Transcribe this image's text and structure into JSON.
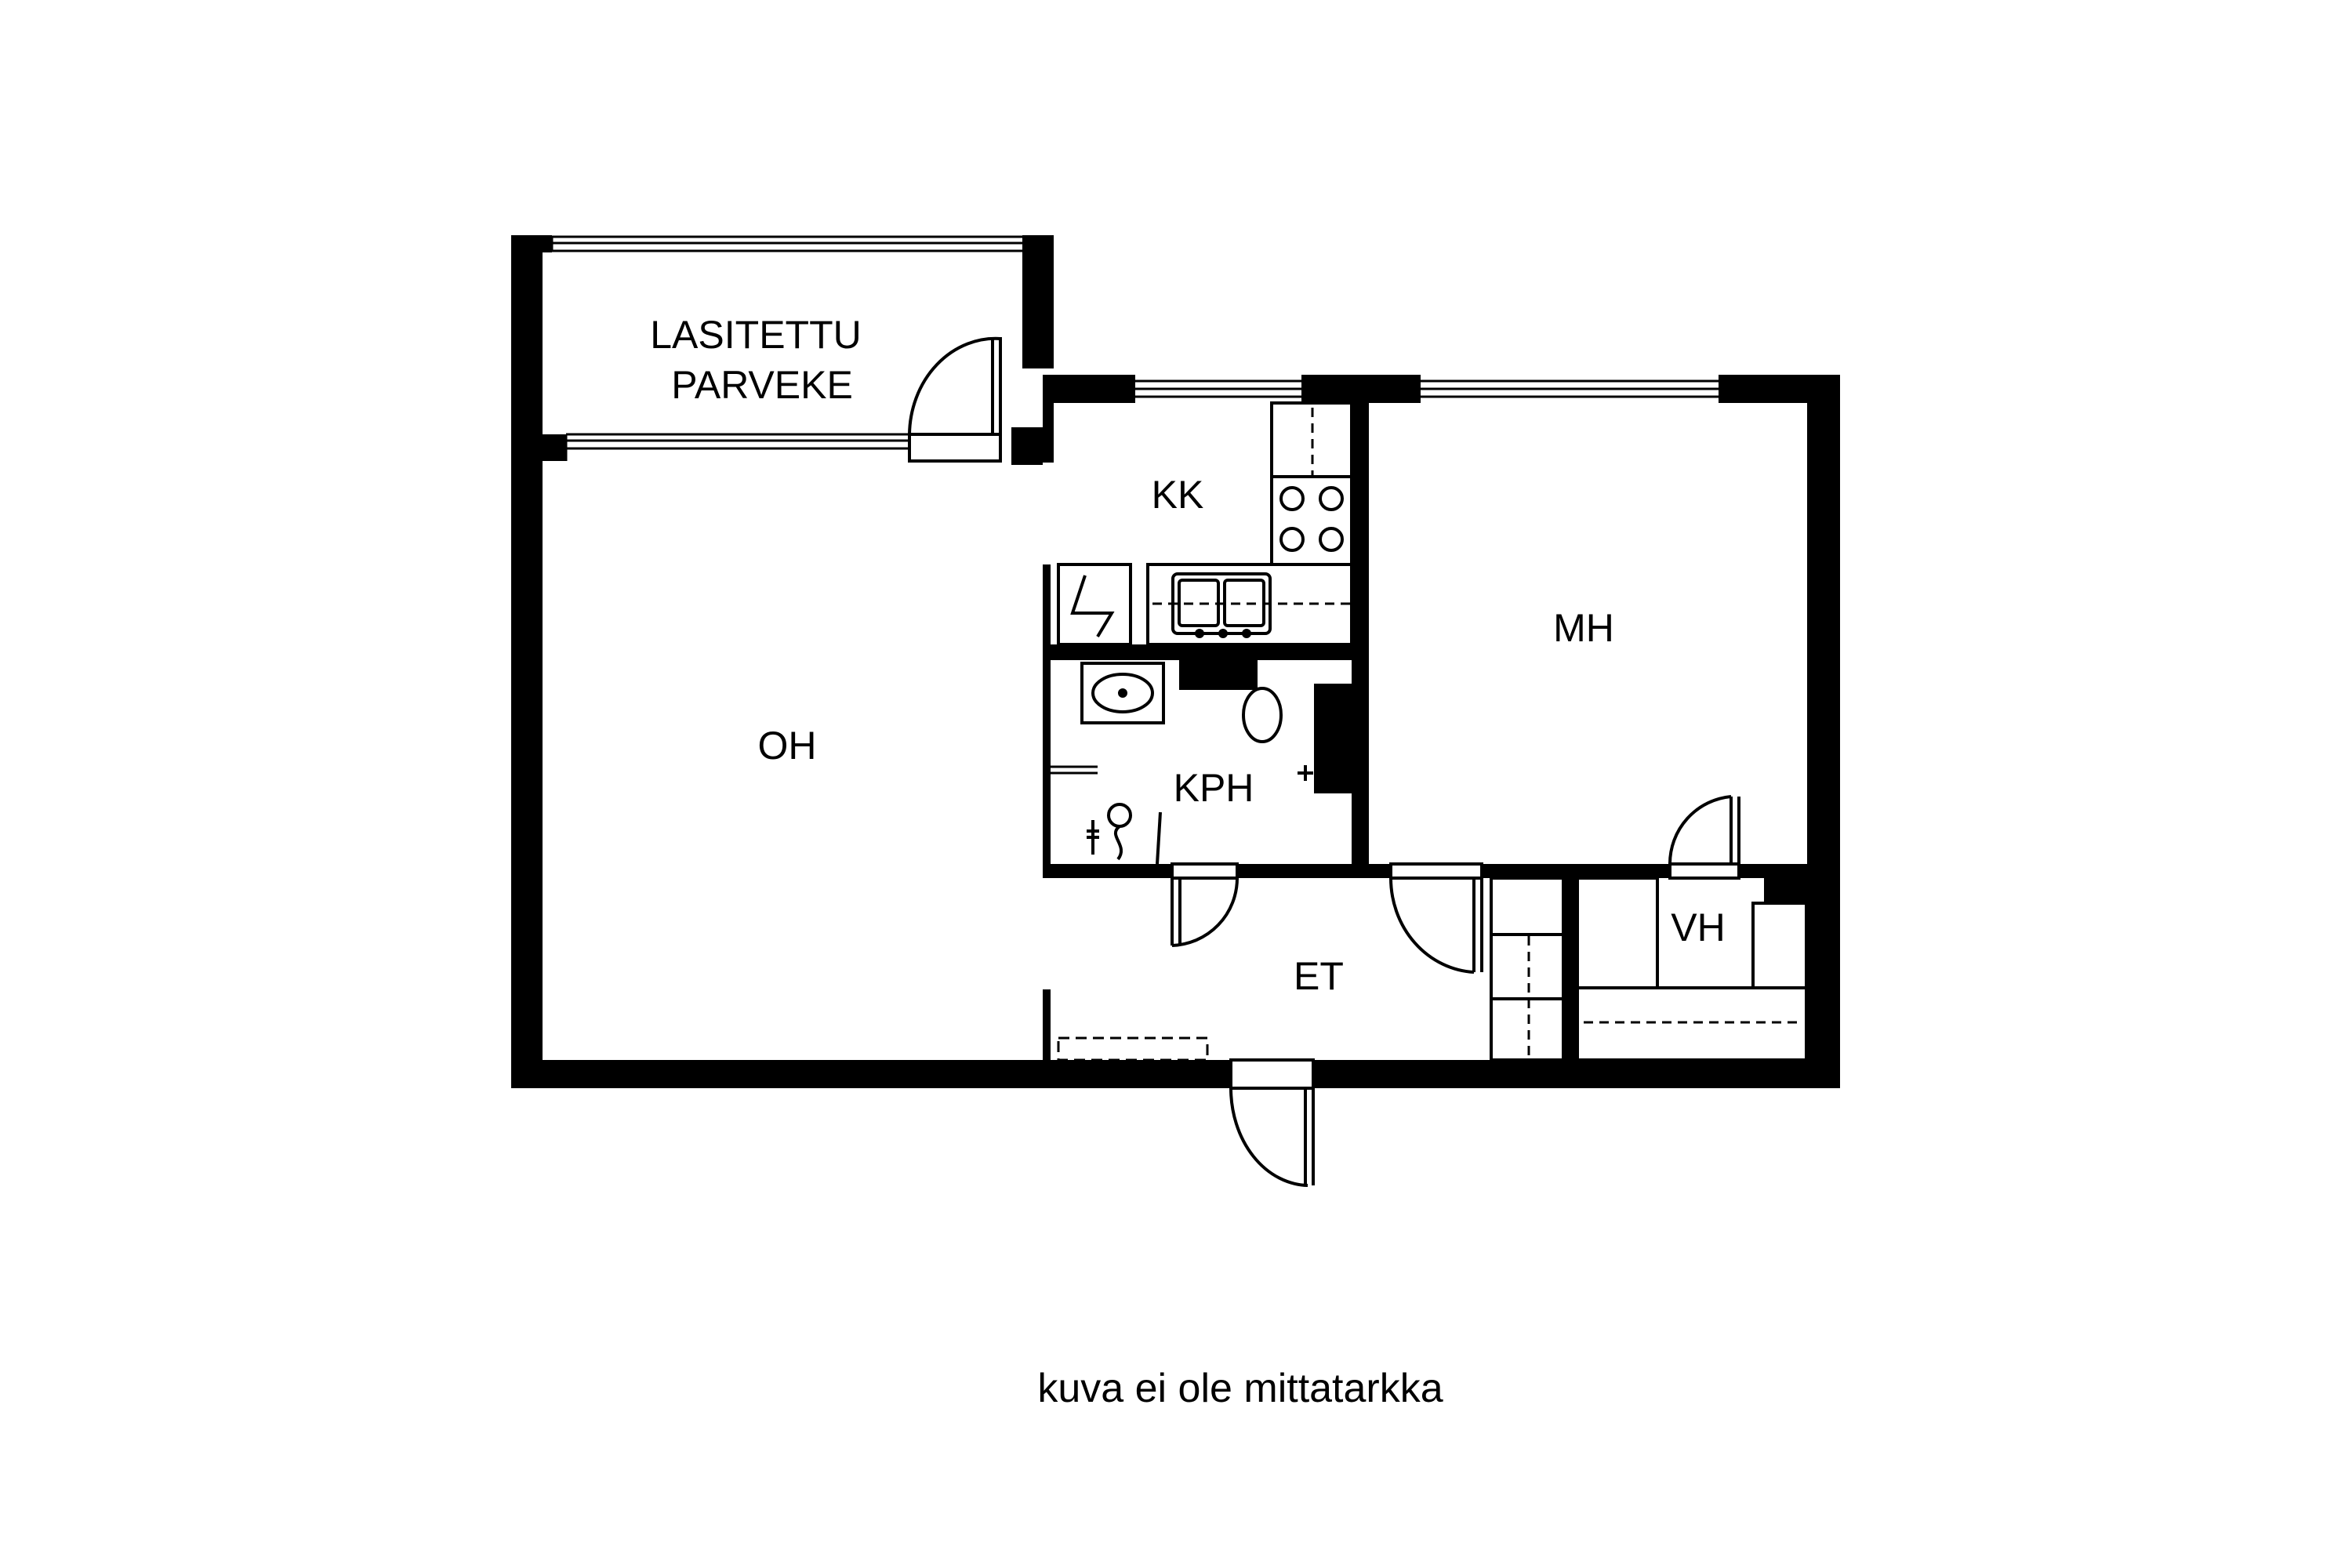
{
  "rooms": {
    "balcony_line1": "LASITETTU",
    "balcony_line2": "PARVEKE",
    "kitchen": "KK",
    "living_room": "OH",
    "bathroom": "KPH",
    "bedroom": "MH",
    "hallway": "ET",
    "walk_in_closet": "VH"
  },
  "disclaimer": "kuva ei ole mittatarkka",
  "colors": {
    "wall": "#000000",
    "background": "#ffffff",
    "line": "#000000"
  }
}
